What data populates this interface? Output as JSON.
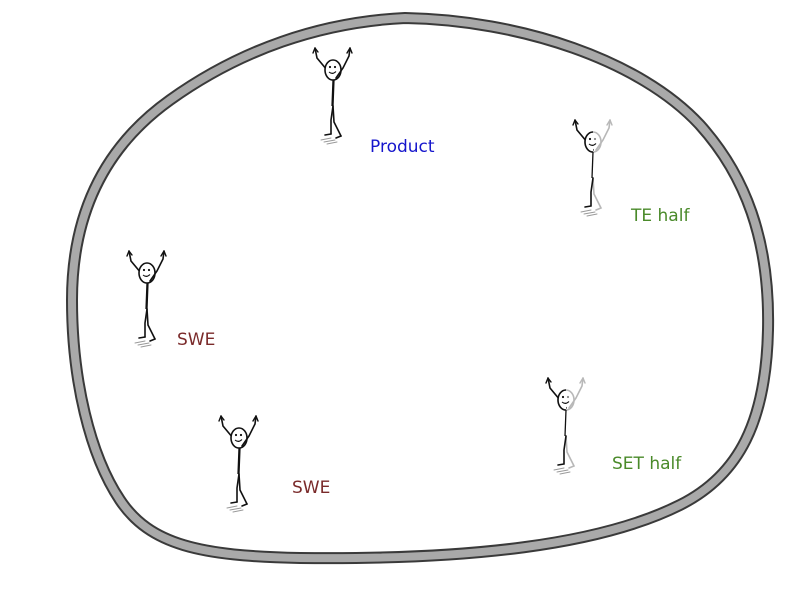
{
  "colors": {
    "boundary_fill": "#a9a9a9",
    "boundary_edge": "#3a3a3a",
    "figure_full": "#111111",
    "figure_half_faded": "#b8b8b8",
    "shadow": "#9a9a9a",
    "label_product": "#1515cc",
    "label_swe": "#7a2a2a",
    "label_half": "#4a8a2a"
  },
  "team": {
    "members": [
      {
        "id": "product",
        "label": "Product",
        "color_key": "label_product",
        "half": false
      },
      {
        "id": "te-half",
        "label": "TE half",
        "color_key": "label_half",
        "half": true
      },
      {
        "id": "swe-1",
        "label": "SWE",
        "color_key": "label_swe",
        "half": false
      },
      {
        "id": "set-half",
        "label": "SET half",
        "color_key": "label_half",
        "half": true
      },
      {
        "id": "swe-2",
        "label": "SWE",
        "color_key": "label_swe",
        "half": false
      }
    ]
  }
}
